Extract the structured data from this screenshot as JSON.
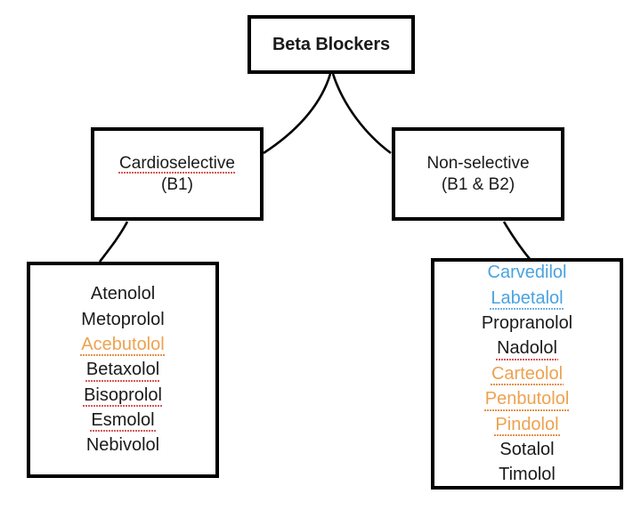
{
  "diagram": {
    "title": "Beta Blockers",
    "background_color": "#ffffff",
    "line_color": "#000000",
    "colors": {
      "text": "#1a1a1a",
      "orange": "#eda24f",
      "blue": "#4aa3e0",
      "spellcheck_underline": "#d24a4a"
    },
    "root": {
      "label": "Beta Blockers"
    },
    "branches": [
      {
        "id": "cardioselective",
        "line1": "Cardioselective",
        "line2": "(B1)",
        "line1_spellchecked": true,
        "drugs": [
          {
            "name": "Atenolol",
            "color": "default",
            "spellchecked": false
          },
          {
            "name": "Metoprolol",
            "color": "default",
            "spellchecked": false
          },
          {
            "name": "Acebutolol",
            "color": "orange",
            "spellchecked": true
          },
          {
            "name": "Betaxolol",
            "color": "default",
            "spellchecked": true
          },
          {
            "name": "Bisoprolol",
            "color": "default",
            "spellchecked": true
          },
          {
            "name": "Esmolol",
            "color": "default",
            "spellchecked": true
          },
          {
            "name": "Nebivolol",
            "color": "default",
            "spellchecked": false
          }
        ]
      },
      {
        "id": "non-selective",
        "line1": "Non-selective",
        "line2": "(B1 & B2)",
        "line1_spellchecked": false,
        "drugs": [
          {
            "name": "Carvedilol",
            "color": "blue",
            "spellchecked": false
          },
          {
            "name": "Labetalol",
            "color": "blue",
            "spellchecked": true
          },
          {
            "name": "Propranolol",
            "color": "default",
            "spellchecked": false
          },
          {
            "name": "Nadolol",
            "color": "default",
            "spellchecked": true
          },
          {
            "name": "Carteolol",
            "color": "orange",
            "spellchecked": true
          },
          {
            "name": "Penbutolol",
            "color": "orange",
            "spellchecked": true
          },
          {
            "name": "Pindolol",
            "color": "orange",
            "spellchecked": true
          },
          {
            "name": "Sotalol",
            "color": "default",
            "spellchecked": false
          },
          {
            "name": "Timolol",
            "color": "default",
            "spellchecked": false
          }
        ]
      }
    ]
  }
}
